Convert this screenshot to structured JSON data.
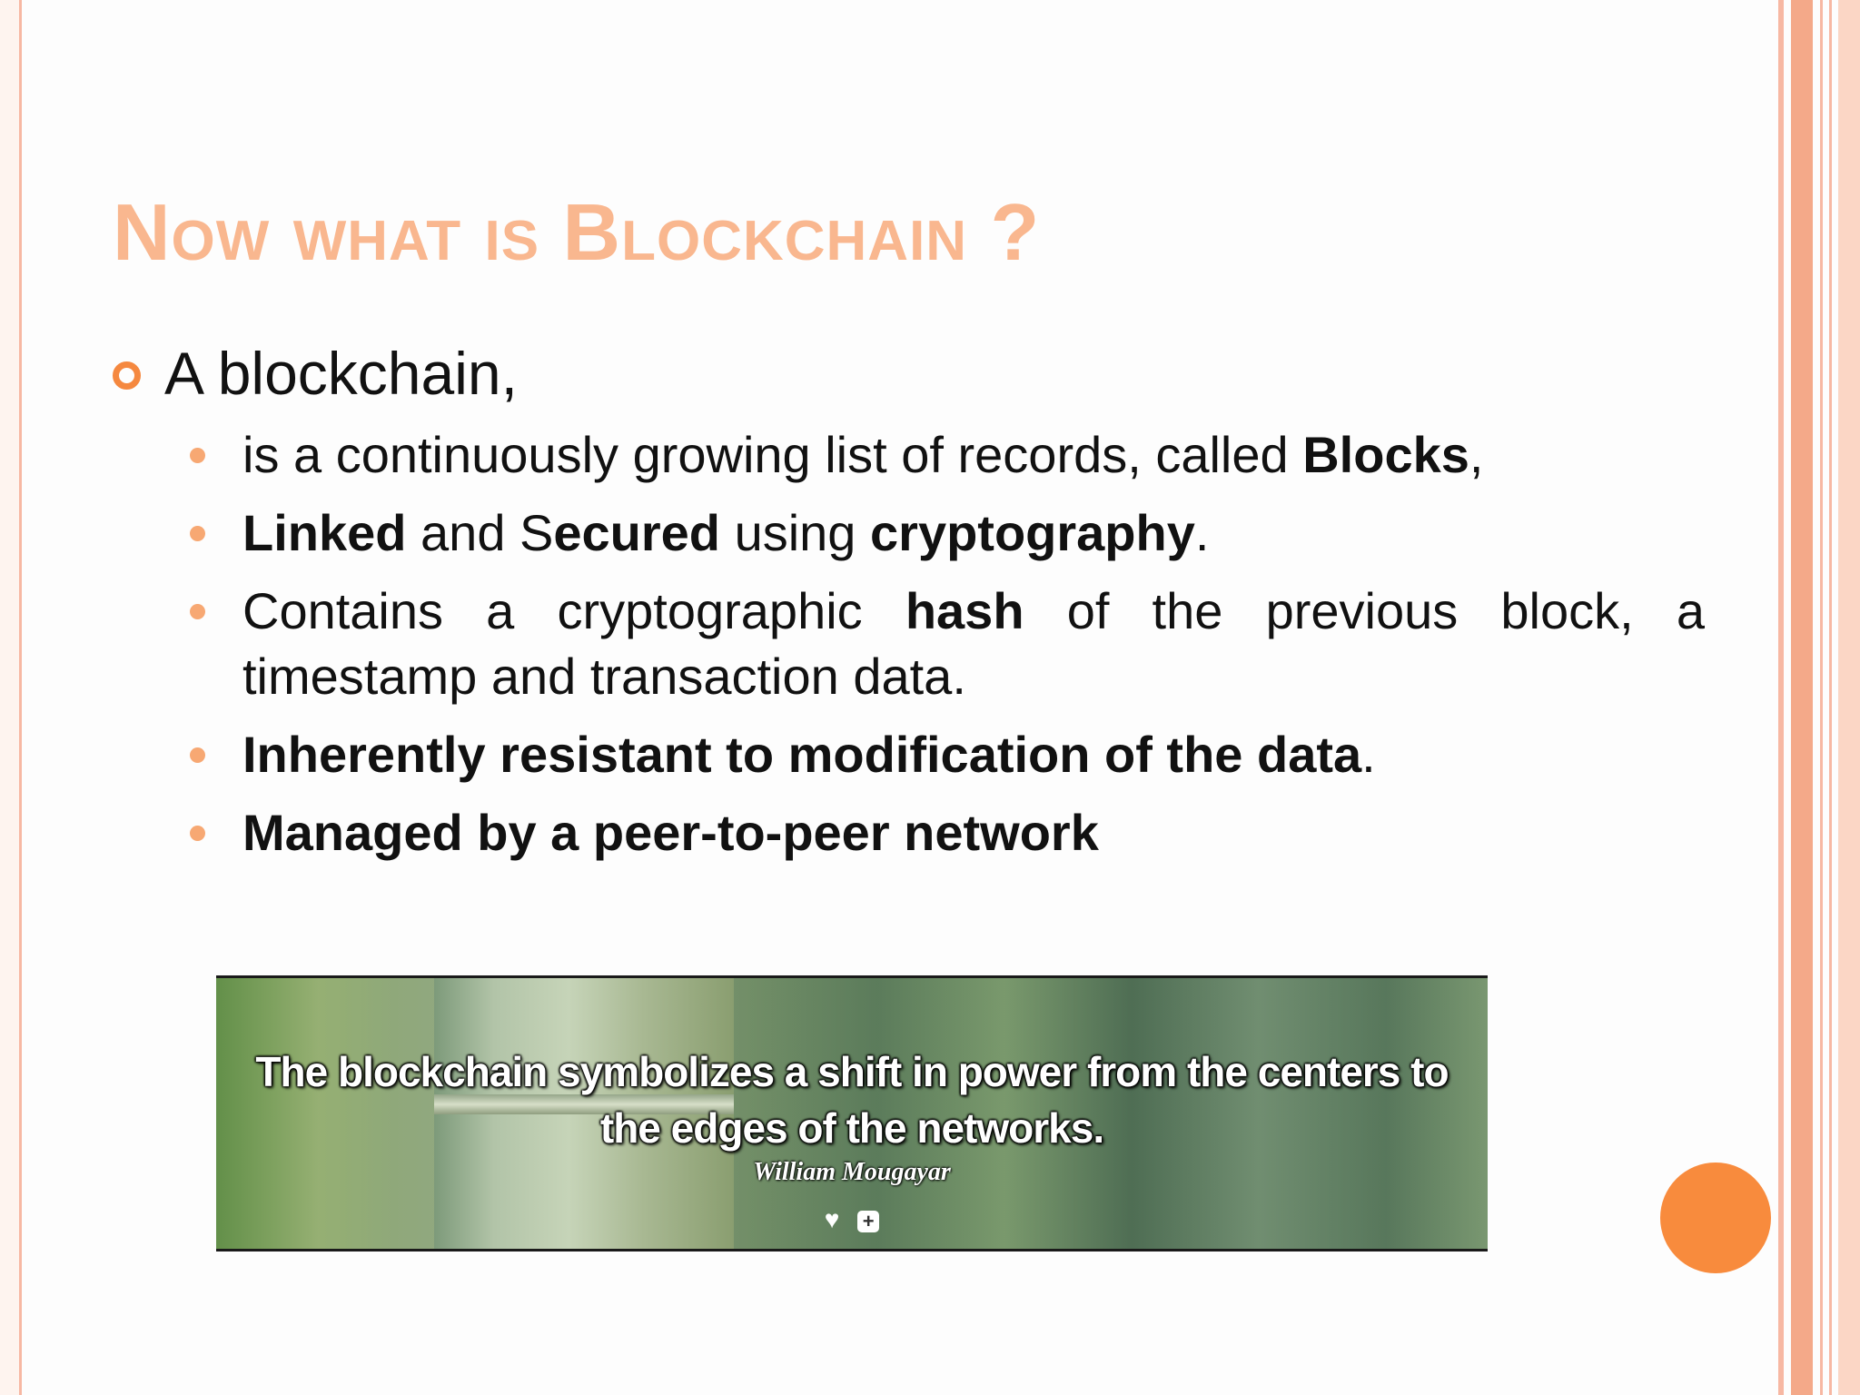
{
  "slide": {
    "title": "Now what is Blockchain ?",
    "main_bullet": "A blockchain,",
    "sub_bullets": [
      {
        "segments": [
          {
            "text": "is a continuously growing list of records, called ",
            "bold": false
          },
          {
            "text": "Blocks",
            "bold": true
          },
          {
            "text": ",",
            "bold": false
          }
        ]
      },
      {
        "segments": [
          {
            "text": "Linked",
            "bold": true
          },
          {
            "text": " and S",
            "bold": false
          },
          {
            "text": "ecured",
            "bold": true
          },
          {
            "text": " using ",
            "bold": false
          },
          {
            "text": "cryptography",
            "bold": true
          },
          {
            "text": ".",
            "bold": false
          }
        ]
      },
      {
        "segments": [
          {
            "text": "Contains a cryptographic ",
            "bold": false
          },
          {
            "text": "hash",
            "bold": true
          },
          {
            "text": " of the previous block, a timestamp and transaction data.",
            "bold": false
          }
        ]
      },
      {
        "segments": [
          {
            "text": "Inherently resistant to modification of the data",
            "bold": true
          },
          {
            "text": ".",
            "bold": false
          }
        ]
      },
      {
        "segments": [
          {
            "text": "Managed by a peer-to-peer network",
            "bold": true
          }
        ]
      }
    ]
  },
  "quote_image": {
    "text_line1": "The blockchain symbolizes a shift in power from the centers to",
    "text_line2": "the edges of the networks.",
    "author": "William Mougayar",
    "icons": [
      "heart-icon",
      "plus-icon"
    ]
  },
  "colors": {
    "title": "#f9b78f",
    "bullet_ring": "#f5883f",
    "sub_bullet_dot": "#f7a873",
    "accent_circle": "#f88b3d",
    "border": "#f7b8a3"
  }
}
